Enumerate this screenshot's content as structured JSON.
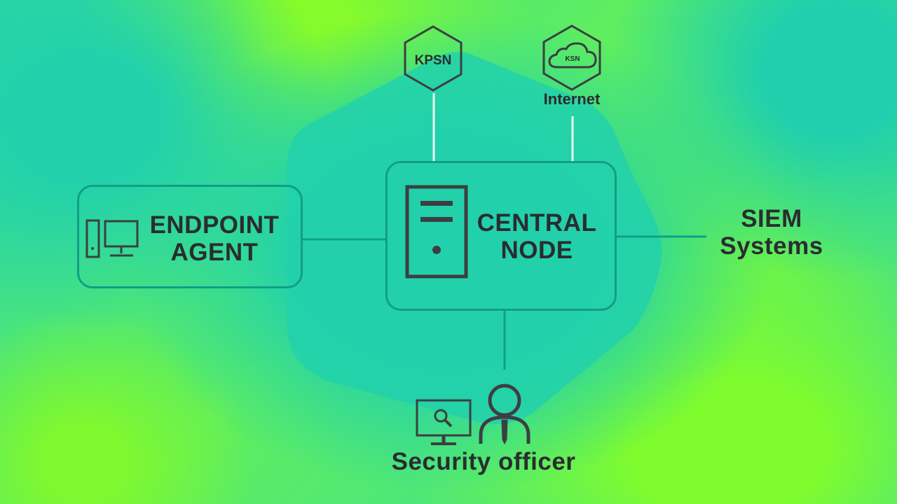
{
  "nodes": {
    "endpoint_agent": {
      "line1": "ENDPOINT",
      "line2": "AGENT",
      "icon": "desktop-computer-icon"
    },
    "central_node": {
      "line1": "CENTRAL",
      "line2": "NODE",
      "icon": "server-tower-icon"
    },
    "kpsn": {
      "label": "KPSN",
      "icon": "hexagon-icon"
    },
    "ksn": {
      "badge": "KSN",
      "label": "Internet",
      "icon": "cloud-hexagon-icon"
    },
    "siem": {
      "line1": "SIEM",
      "line2": "Systems"
    },
    "security_officer": {
      "label": "Security officer",
      "icons": [
        "monitor-search-icon",
        "person-tie-icon"
      ]
    }
  },
  "edges": [
    {
      "from": "endpoint_agent",
      "to": "central_node"
    },
    {
      "from": "kpsn",
      "to": "central_node"
    },
    {
      "from": "ksn",
      "to": "central_node"
    },
    {
      "from": "central_node",
      "to": "siem"
    },
    {
      "from": "central_node",
      "to": "security_officer"
    }
  ],
  "colors": {
    "box_border": "#119e86",
    "text": "#2a2d2f",
    "icon": "#3c3f41",
    "backdrop_shape": "#22d1ab"
  }
}
